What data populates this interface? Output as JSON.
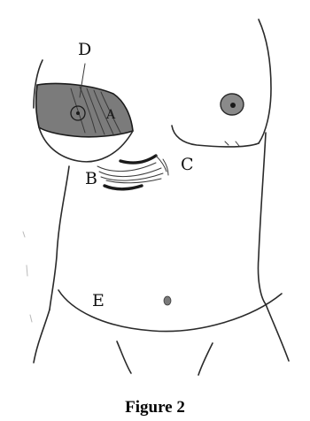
{
  "figure": {
    "caption": "Figure 2",
    "labels": {
      "A": "A",
      "B": "B",
      "C": "C",
      "D": "D",
      "E": "E"
    }
  }
}
